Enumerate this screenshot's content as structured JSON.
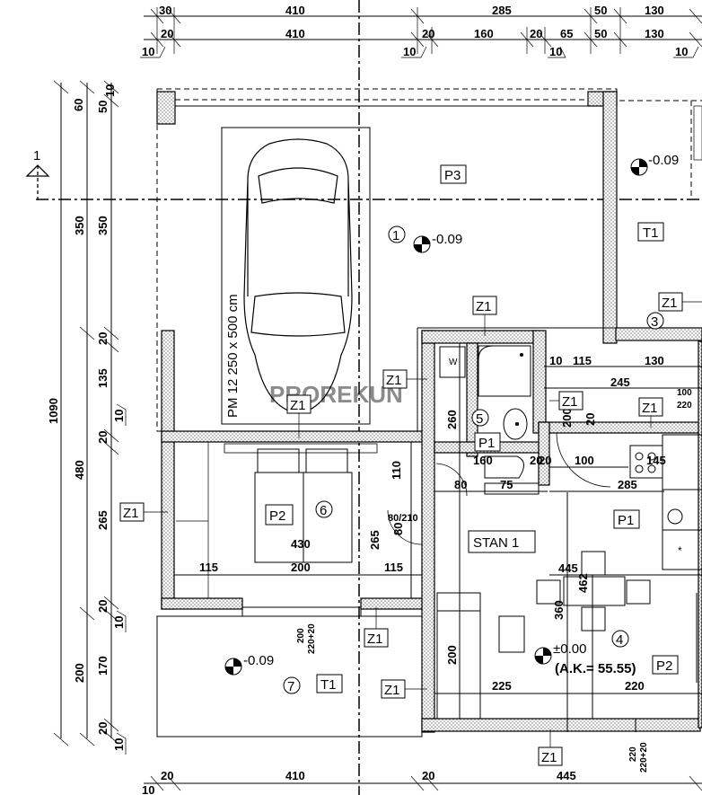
{
  "dims": {
    "top1": [
      "30",
      "410",
      "285",
      "50",
      "130"
    ],
    "top2": [
      "20",
      "410",
      "20",
      "160",
      "20",
      "65",
      "50",
      "130"
    ],
    "top2_small": [
      "10",
      "10",
      "10",
      "10"
    ],
    "left_outer": [
      "1090"
    ],
    "left_mid": [
      "350",
      "480",
      "200"
    ],
    "left_inner": [
      "60",
      "50",
      "10",
      "350",
      "20",
      "135",
      "20",
      "10",
      "265",
      "20",
      "10",
      "170",
      "20",
      "10"
    ],
    "interior": [
      "115",
      "130",
      "245",
      "100",
      "220",
      "260",
      "110",
      "160",
      "80",
      "20",
      "20",
      "75",
      "100",
      "145",
      "285",
      "80/210",
      "265",
      "80",
      "430",
      "115",
      "200",
      "115",
      "10",
      "445",
      "462",
      "360",
      "200",
      "225",
      "220",
      "200",
      "220+20",
      "220",
      "220+20",
      "200",
      "20"
    ],
    "bottom": [
      "20",
      "410",
      "20",
      "445",
      "10"
    ]
  },
  "rooms": {
    "p3": "P3",
    "t1_right": "T1",
    "z1_labels": "Z1",
    "p1_bath": "P1",
    "p2_bed": "P2",
    "p1_living": "P1",
    "stan": "STAN 1",
    "t1_bottom": "T1",
    "p2_right": "P2",
    "w": "W"
  },
  "circles": [
    "1",
    "3",
    "5",
    "6",
    "7",
    "4"
  ],
  "levels": {
    "l1": "-0.09",
    "l2": "-0.09",
    "l3": "-0.09",
    "l4": "±0.00",
    "ak": "(A.K.= 55.55)"
  },
  "parking": "PM 12 250 x 500 cm",
  "section_mark": "1",
  "watermark": "PROREKUN",
  "colors": {
    "line": "#000000",
    "hatch": "#888888",
    "bg": "#ffffff"
  }
}
